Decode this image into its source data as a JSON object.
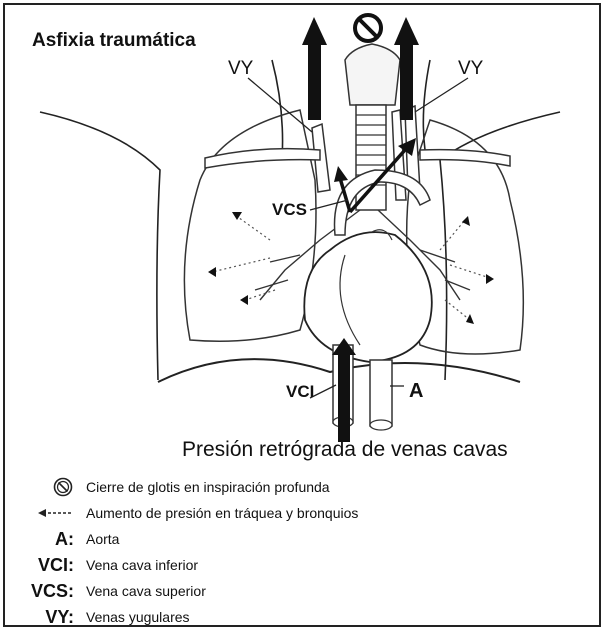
{
  "title": "Asfixia traumática",
  "labels": {
    "vy_left": "VY",
    "vy_right": "VY",
    "vcs": "VCS",
    "vci": "VCI",
    "a": "A"
  },
  "caption": "Presión retrógrada de venas cavas",
  "legend": [
    {
      "key": "",
      "icon": "prohibited-circle-icon",
      "text": "Cierre de glotis en inspiración profunda"
    },
    {
      "key": "",
      "icon": "dashed-arrow-icon",
      "text": "Aumento de presión en tráquea y bronquios"
    },
    {
      "key": "A:",
      "text": "Aorta"
    },
    {
      "key": "VCI:",
      "text": "Vena cava inferior"
    },
    {
      "key": "VCS:",
      "text": "Vena cava superior"
    },
    {
      "key": "VY:",
      "text": "Venas yugulares"
    }
  ]
}
